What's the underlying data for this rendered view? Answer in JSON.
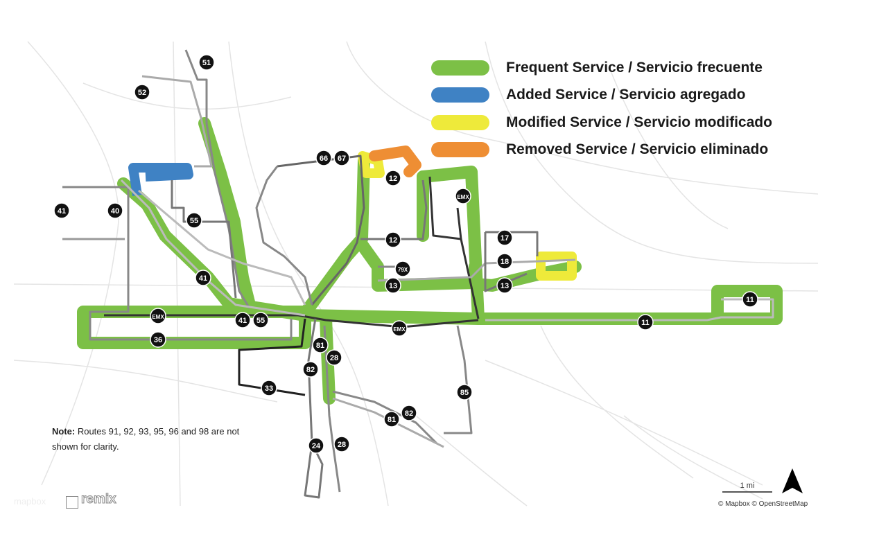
{
  "legend": [
    {
      "label": "Frequent Service / Servicio frecuente",
      "color": "#7cc046"
    },
    {
      "label": "Added Service / Servicio agregado",
      "color": "#3f82c4"
    },
    {
      "label": "Modified Service / Servicio modificado",
      "color": "#eeea3a"
    },
    {
      "label": "Removed Service / Servicio eliminado",
      "color": "#ee8e34"
    }
  ],
  "note": {
    "bold": "Note:",
    "text": " Routes 91, 92, 93, 95, 96 and 98 are not shown for clarity."
  },
  "route_labels": [
    "51",
    "52",
    "66",
    "67",
    "12",
    "EMX",
    "41",
    "40",
    "55",
    "12",
    "17",
    "18",
    "79X",
    "13",
    "13",
    "41",
    "11",
    "EMX",
    "41",
    "55",
    "11",
    "EMX",
    "36",
    "81",
    "28",
    "82",
    "33",
    "85",
    "82",
    "81",
    "24",
    "28"
  ],
  "scale": {
    "label": "1 mi"
  },
  "attribution": "© Mapbox © OpenStreetMap",
  "branding": {
    "mapbox": "mapbox",
    "remix": "remix"
  },
  "icons": {
    "north": "north-arrow-icon"
  }
}
